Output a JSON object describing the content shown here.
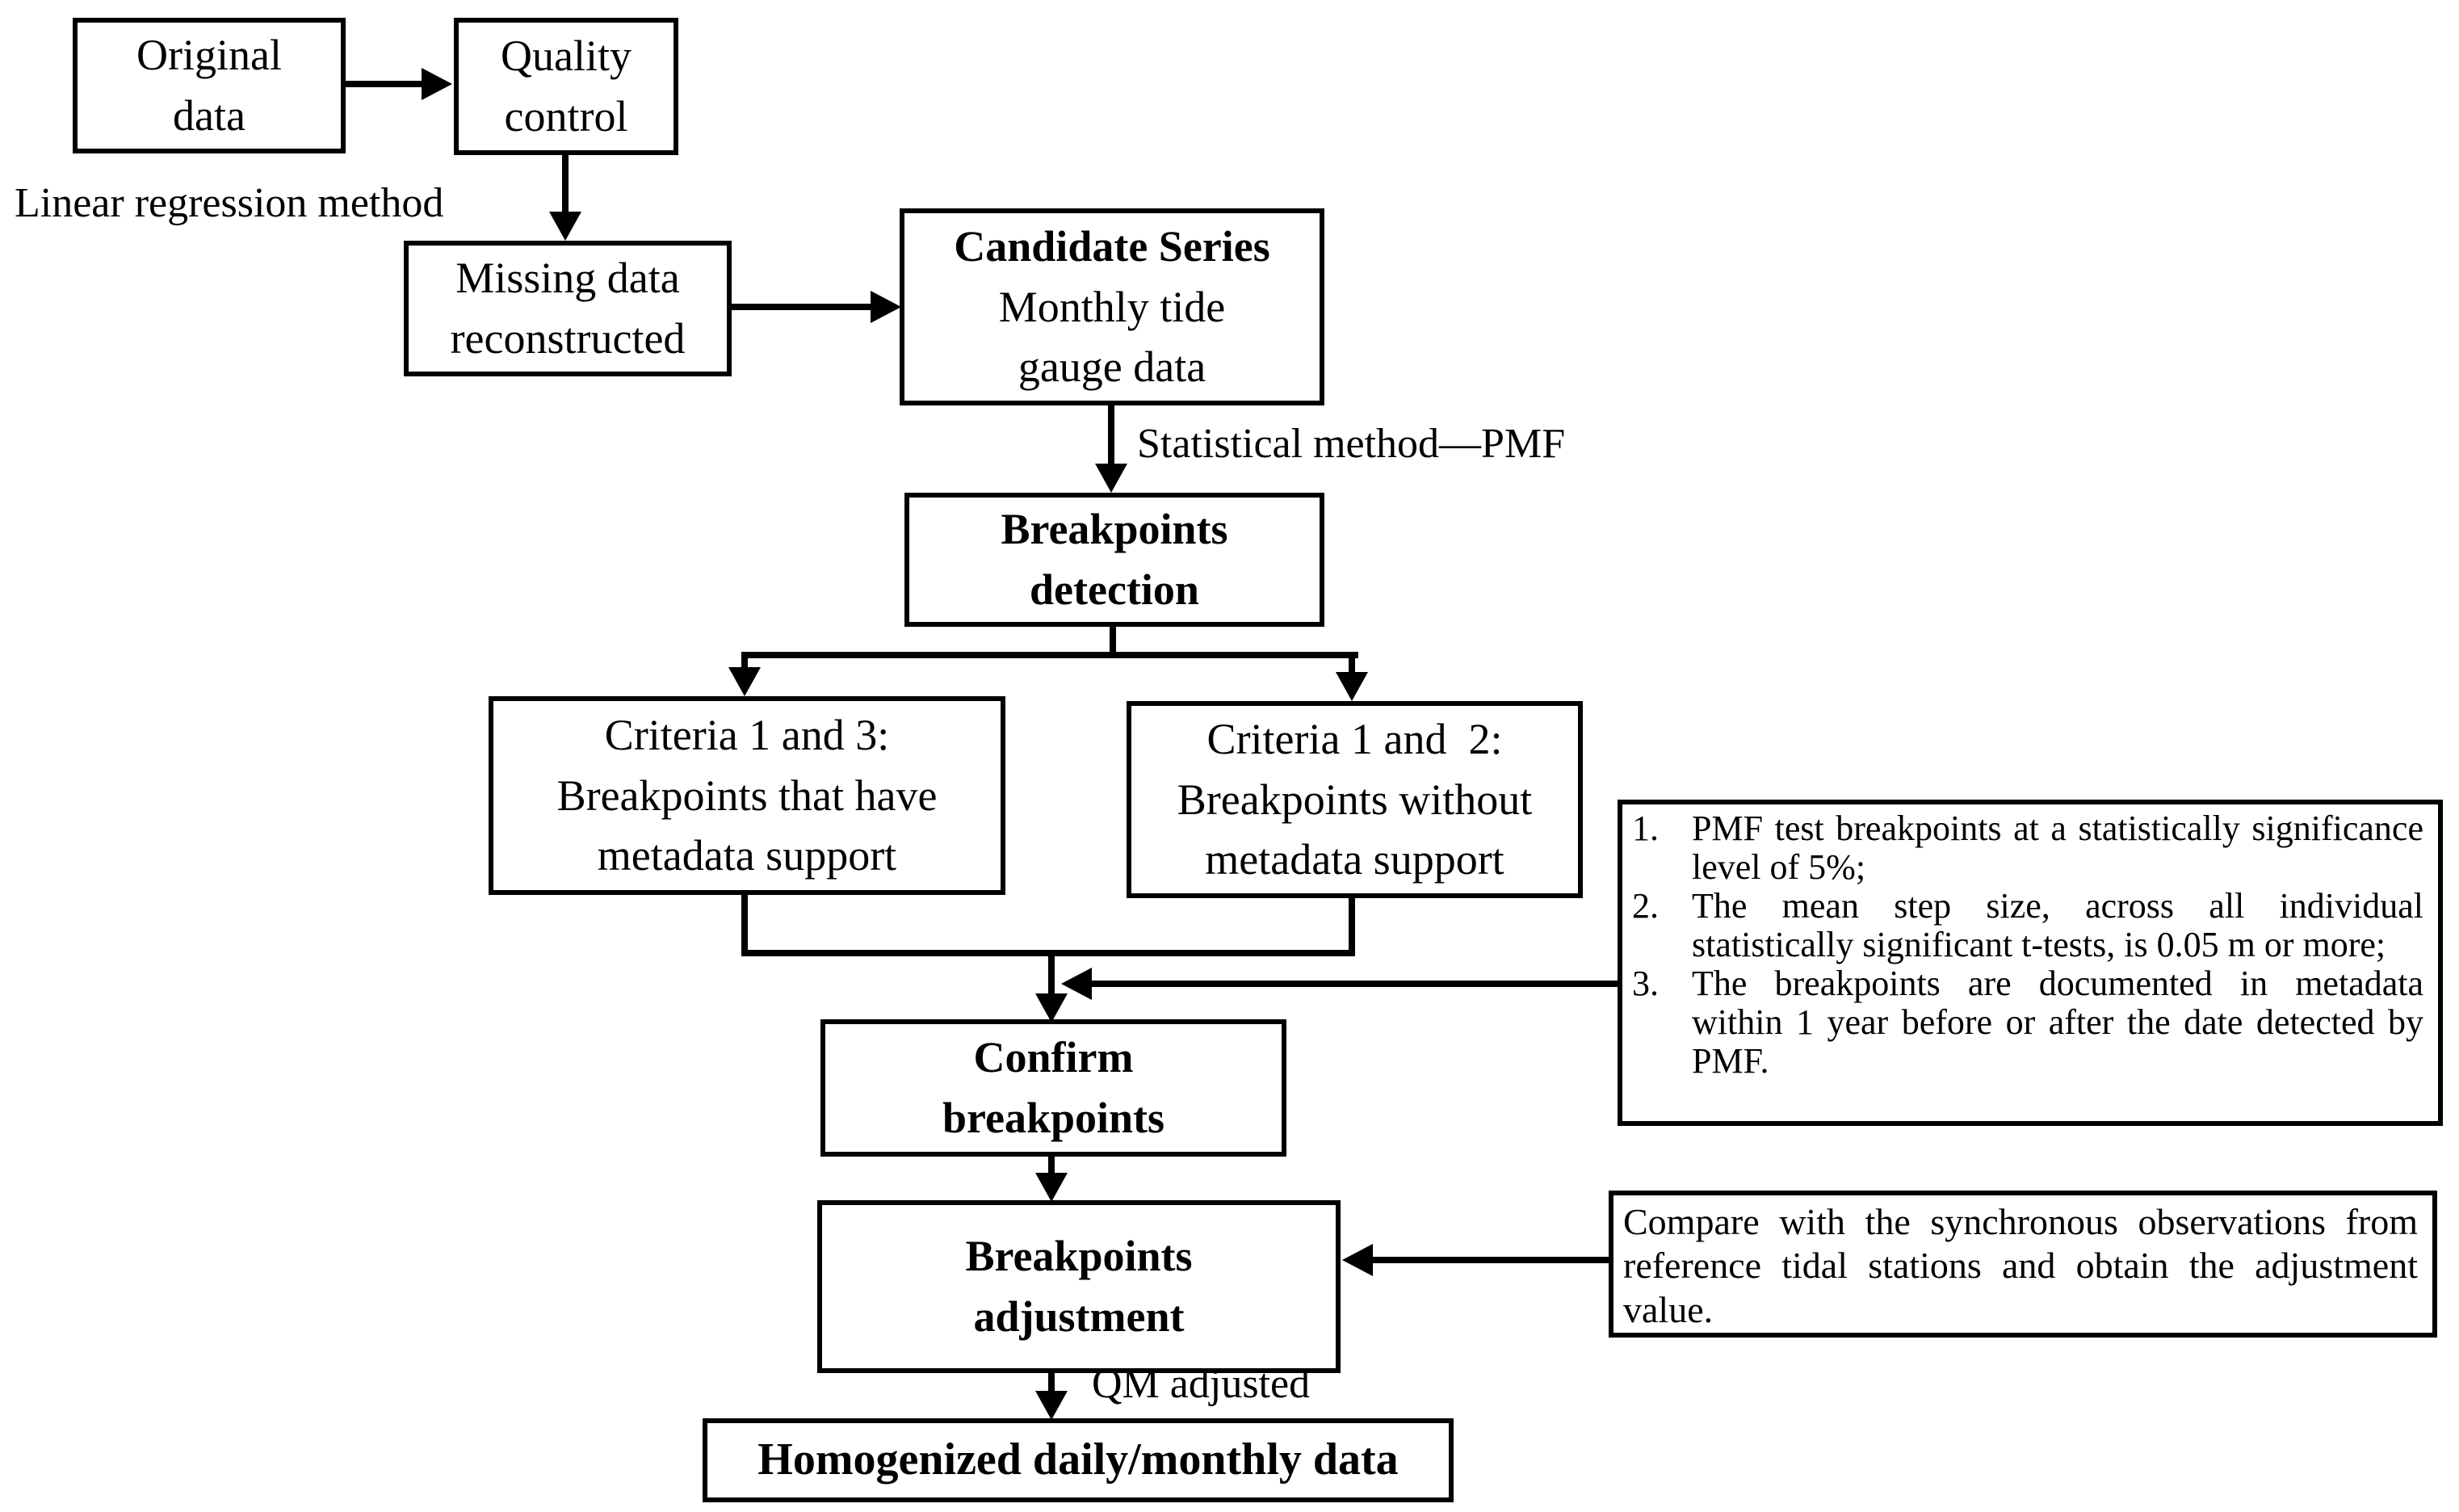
{
  "nodes": {
    "original_data": {
      "label": "Original\ndata"
    },
    "quality_control": {
      "label": "Quality\ncontrol"
    },
    "missing_data": {
      "label": "Missing data\nreconstructed"
    },
    "candidate_series": {
      "title": "Candidate Series",
      "subtitle": "Monthly tide\ngauge data"
    },
    "breakpoints_detection": {
      "label": "Breakpoints\ndetection"
    },
    "criteria_1_3": {
      "label": "Criteria 1 and 3:\nBreakpoints that have\nmetadata support"
    },
    "criteria_1_2": {
      "label": "Criteria 1 and  2:\nBreakpoints without\nmetadata support"
    },
    "confirm_breakpoints": {
      "label": "Confirm\nbreakpoints"
    },
    "breakpoints_adjustment": {
      "label": "Breakpoints\nadjustment"
    },
    "homogenized": {
      "label": "Homogenized daily/monthly data"
    }
  },
  "criteria_list": {
    "items": [
      {
        "number": "1.",
        "text": "PMF test breakpoints at a statistically significance level of 5%;"
      },
      {
        "number": "2.",
        "text": "The mean step size, across all individual statistically significant t-tests, is 0.05 m or more;"
      },
      {
        "number": "3.",
        "text": "The breakpoints are documented in metadata within 1 year before or after the date detected by PMF."
      }
    ]
  },
  "compare_note": {
    "text": "Compare with the synchronous observations from reference tidal stations and obtain the adjustment value."
  },
  "edge_labels": {
    "linear_regression": "Linear regression method",
    "statistical_method": "Statistical method—PMF",
    "qm_adjusted": "QM adjusted"
  },
  "colors": {
    "background": "#ffffff",
    "line": "#000000",
    "text": "#000000"
  }
}
